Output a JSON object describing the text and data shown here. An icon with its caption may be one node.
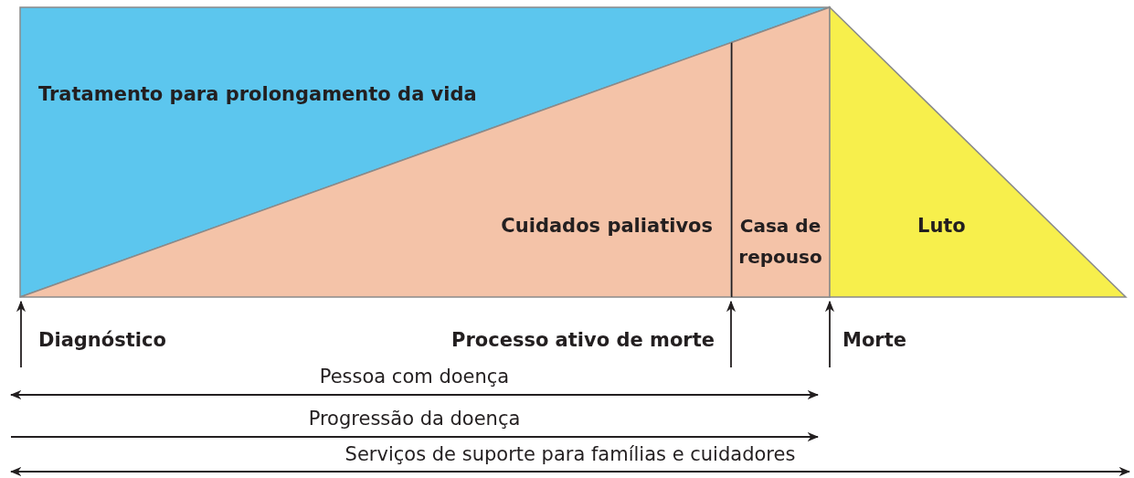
{
  "diagram": {
    "nodes": [
      {
        "text": [
          "Tratamento para prolongamento da vida"
        ]
      },
      {
        "text": [
          "Cuidados paliativos"
        ]
      },
      {
        "text": [
          "Casa de repouso"
        ],
        "in": 1
      },
      {
        "text": [
          "Luto"
        ]
      }
    ],
    "labels": [
      "Diagnóstico",
      "Processo ativo de morte",
      "Morte",
      "Pessoa com doença",
      "Progressão da doença",
      "Serviços de suporte para famílias e cuidadores"
    ]
  }
}
